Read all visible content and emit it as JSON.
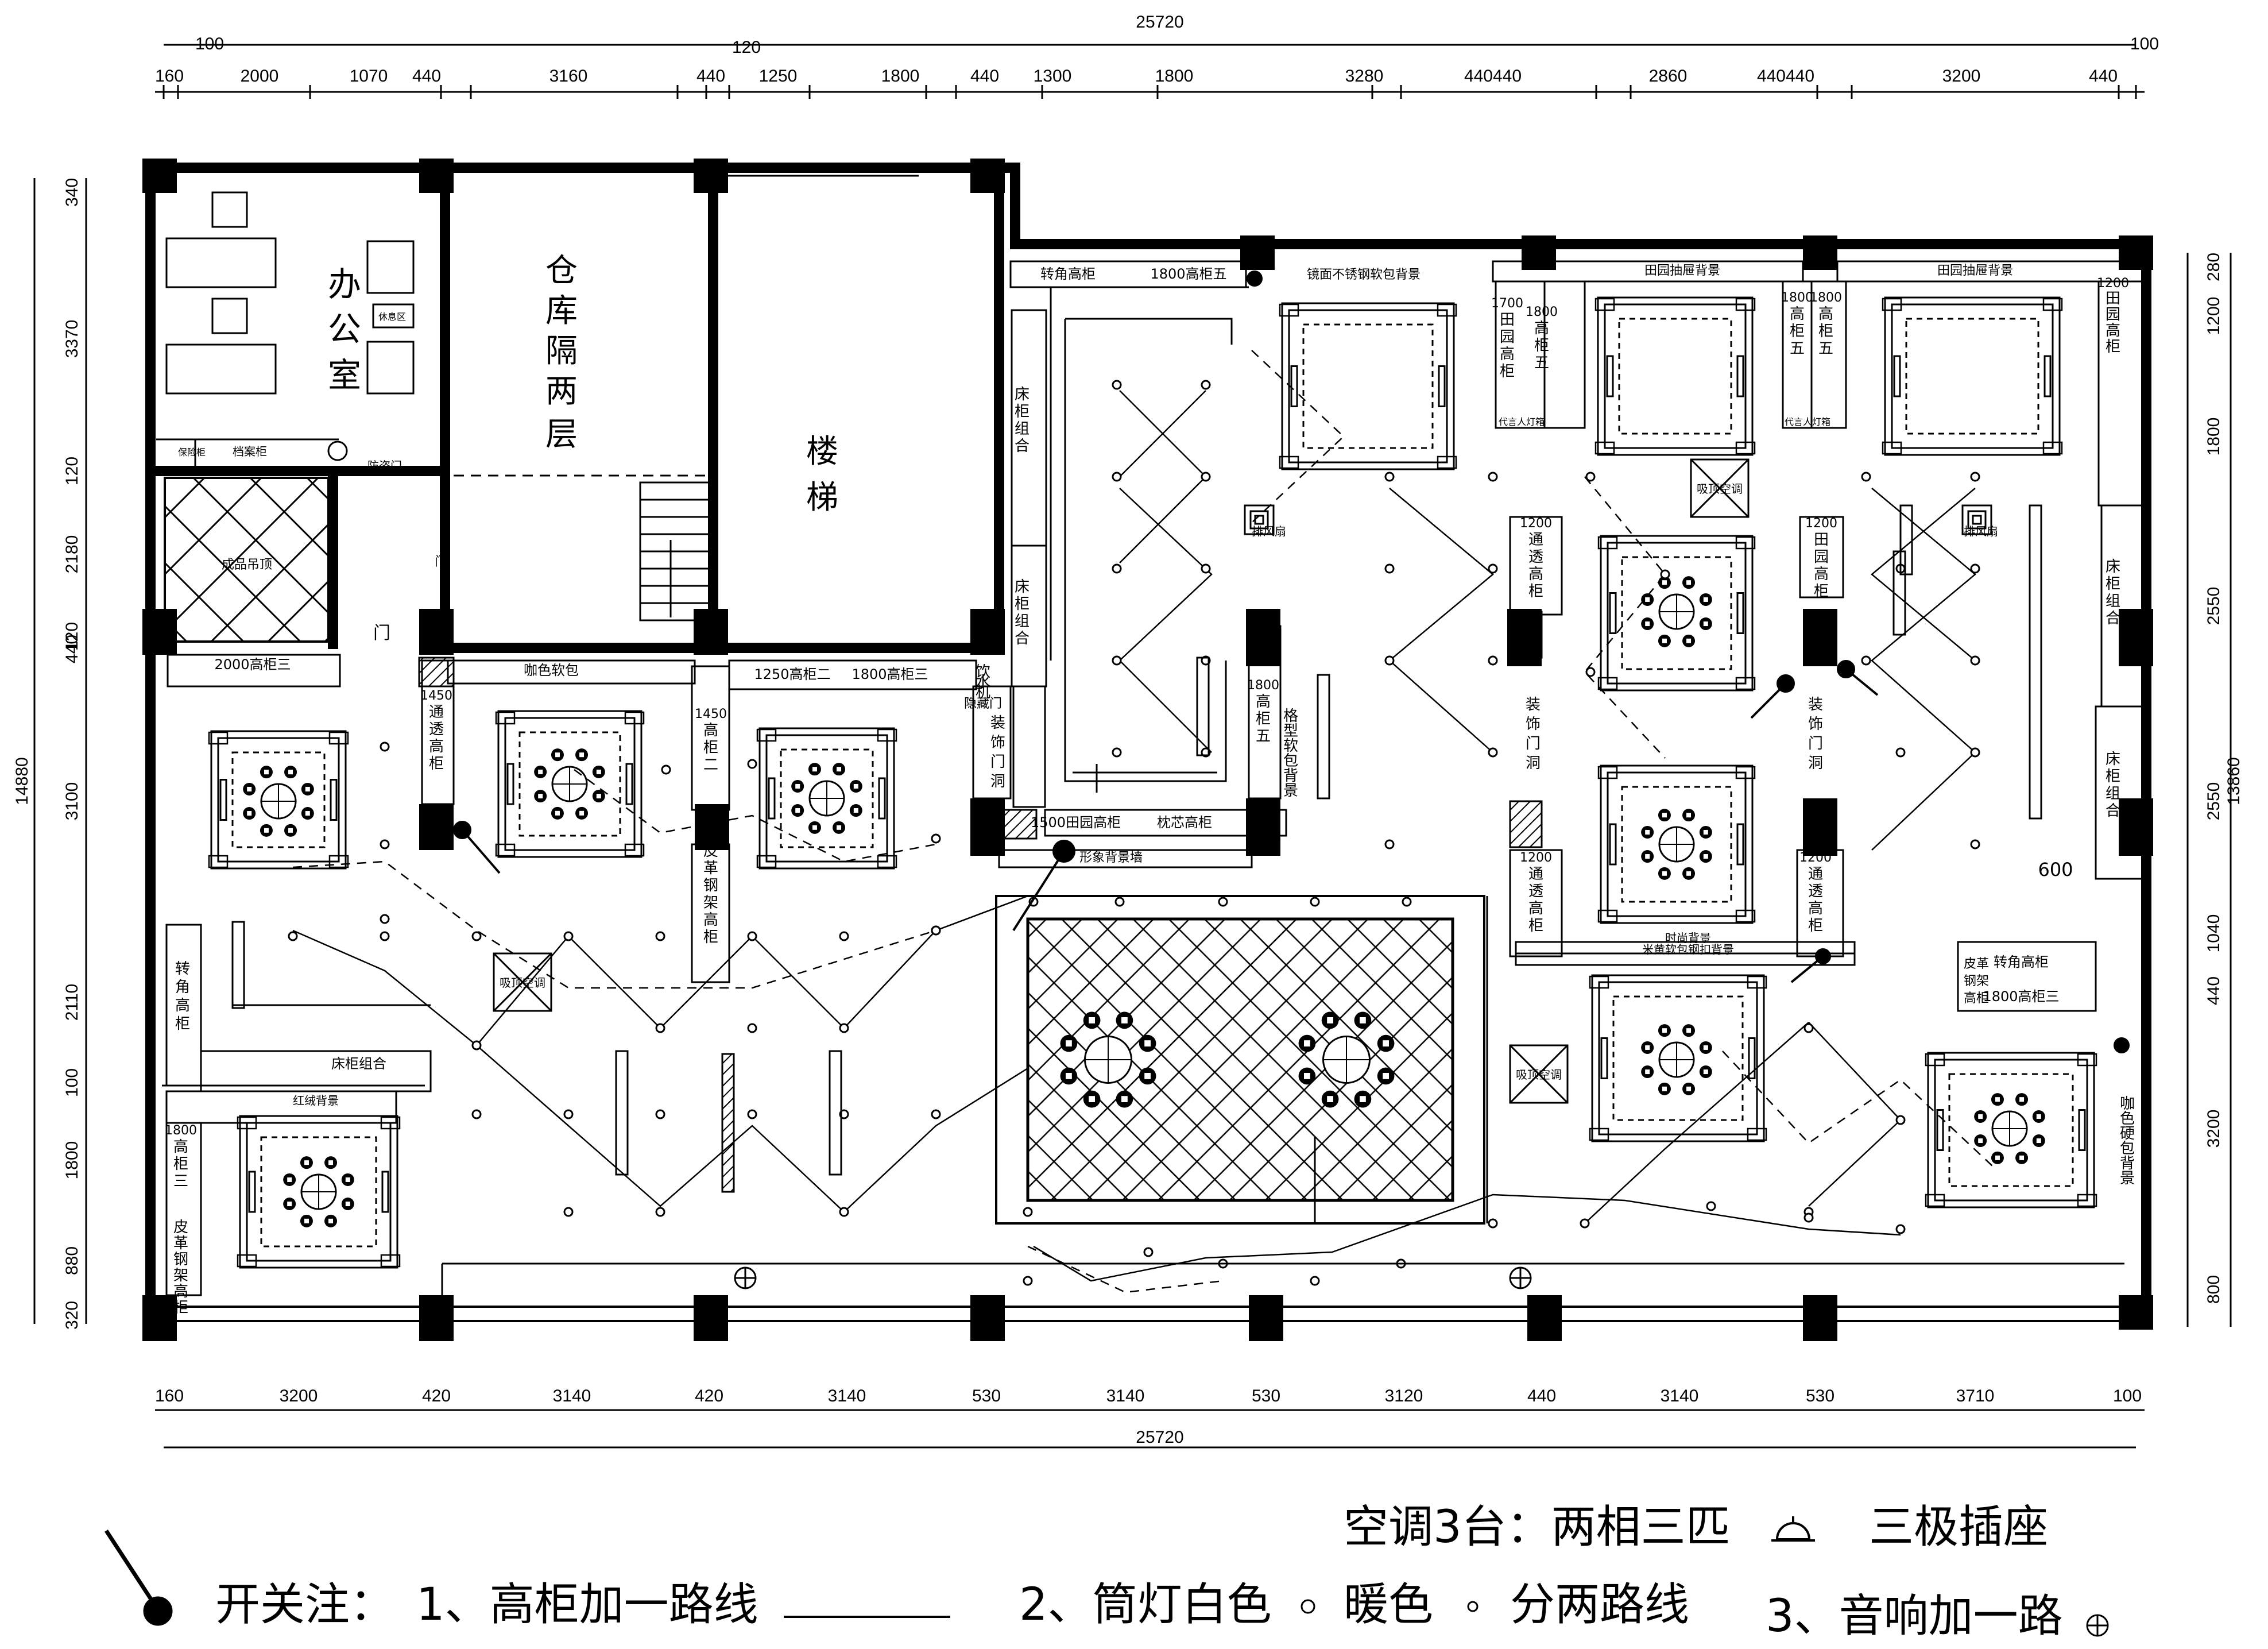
{
  "dims_top": {
    "total": "25720",
    "sub_a": "100",
    "sub_b": "120",
    "sub_c": "100",
    "segments": [
      "160",
      "2000",
      "1070",
      "440",
      "3160",
      "440",
      "1250",
      "1800",
      "440",
      "1300",
      "1800",
      "3280",
      "440440",
      "2860",
      "440440",
      "3200",
      "440"
    ]
  },
  "dims_bottom": {
    "total": "25720",
    "segments": [
      "160",
      "3200",
      "420",
      "3140",
      "420",
      "3140",
      "530",
      "3140",
      "530",
      "3120",
      "440",
      "3140",
      "530",
      "3710",
      "100"
    ]
  },
  "dims_left": {
    "total": "14880",
    "segments": [
      "340",
      "3370",
      "120",
      "2180",
      "440",
      "120",
      "3100",
      "2110",
      "100",
      "1800",
      "880",
      "320"
    ]
  },
  "dims_right": {
    "total": "13860",
    "segments": [
      "280",
      "1200",
      "1800",
      "2550",
      "2550",
      "1040",
      "440",
      "3200",
      "800"
    ]
  },
  "rooms": {
    "office": [
      "办",
      "公",
      "室"
    ],
    "warehouse": [
      "仓",
      "库",
      "隔",
      "两",
      "层"
    ],
    "stairs": [
      "楼",
      "梯"
    ],
    "finished_ceiling": "成品吊顶",
    "rest_area": "休息区",
    "safe_cabinet": "保险柜",
    "file_cabinet": "档案柜",
    "security_door": "防盗门",
    "door": "门",
    "door_vertical": "门"
  },
  "labels": {
    "cab_2000_3": "2000高柜三",
    "coffee_soft": "咖色软包",
    "cab_1250_2": "1250高柜二",
    "cab_1800_3": "1800高柜三",
    "water_dispenser": [
      "饮",
      "水",
      "机",
      "隐藏门"
    ],
    "corner_tall": "转角高柜",
    "cab_1800_5": "1800高柜五",
    "mirror_back": "镜面不锈钢软包背景",
    "garden_drawer_1": "田园抽屉背景",
    "garden_drawer_2": "田园抽屉背景",
    "garden_1700": [
      "1700",
      "田",
      "园",
      "高",
      "柜"
    ],
    "cab_1800_5v": [
      "1800",
      "高",
      "柜",
      "五"
    ],
    "cab_1800_5v_b": [
      "1800",
      "高",
      "柜",
      "五"
    ],
    "cab_1200_garden": [
      "1200",
      "田",
      "园",
      "高",
      "柜"
    ],
    "cab_1800_5v_c": [
      "1800",
      "高",
      "柜",
      "五"
    ],
    "prog_light": "代言人灯箱",
    "prog_light_b": "代言人灯箱",
    "bed_combo_1": [
      "床",
      "柜",
      "组",
      "合"
    ],
    "bed_combo_2": [
      "床",
      "柜",
      "组",
      "合"
    ],
    "bed_combo_3": [
      "床",
      "柜",
      "组",
      "合"
    ],
    "bed_combo_4": [
      "床",
      "柜",
      "组",
      "合"
    ],
    "exhaust_1": "排风扇",
    "exhaust_2": "排风扇",
    "ceiling_ac_1": "吸顶空调",
    "ceiling_ac_2": "吸顶空调",
    "ceiling_ac_3": "吸顶空调",
    "through_1200_a": [
      "1200",
      "通",
      "透",
      "高",
      "柜"
    ],
    "through_1200_b": [
      "1200",
      "通",
      "透",
      "高",
      "柜"
    ],
    "through_1200_c": [
      "1200",
      "通",
      "透",
      "高",
      "柜"
    ],
    "garden_1200_v": [
      "1200",
      "田",
      "园",
      "高",
      "柜"
    ],
    "deco_door_1": [
      "装",
      "饰",
      "门",
      "洞"
    ],
    "deco_door_2": [
      "装",
      "饰",
      "门",
      "洞"
    ],
    "deco_door_3": [
      "装",
      "饰",
      "门",
      "洞"
    ],
    "through_1450": [
      "1450",
      "通",
      "透",
      "高",
      "柜"
    ],
    "cab_1450_2": [
      "1450",
      "高",
      "柜",
      "二"
    ],
    "leather_steel_1": [
      "皮",
      "革",
      "钢",
      "架",
      "高",
      "柜"
    ],
    "leather_steel_2": [
      "皮",
      "革",
      "钢",
      "架",
      "高",
      "柜"
    ],
    "leather_steel_3": [
      "皮革",
      "钢架",
      "高柜"
    ],
    "cab_1800_5_mid": [
      "1800",
      "高",
      "柜",
      "五"
    ],
    "grid_soft": [
      "格",
      "型",
      "软",
      "包",
      "背",
      "景"
    ],
    "garden_1500": "1500田园高柜",
    "pillow_tall": "枕芯高柜",
    "image_wall": "形象背景墙",
    "fashion_back": "时尚背景",
    "beige_soft": "米黄软包钢扣背景",
    "corner_tall_2": "转角高柜",
    "cab_1800_3b": "1800高柜三",
    "corner_left": [
      "转",
      "角",
      "高",
      "柜"
    ],
    "bed_combo_h": "床柜组合",
    "red_velvet": "红绒背景",
    "cab_1800_3v": [
      "1800",
      "高",
      "柜",
      "三"
    ],
    "coffee_hard": [
      "咖",
      "色",
      "硬",
      "包",
      "背",
      "景"
    ],
    "dim_600": "600"
  },
  "legend": {
    "ac": "空调3台：两相三匹",
    "socket": "三极插座",
    "note_title": "开关注：",
    "note_1": "1、高柜加一路线",
    "note_2": "2、筒灯白色",
    "warm": "暖色",
    "two_circuits": "分两路线",
    "note_3": "3、音响加一路"
  }
}
